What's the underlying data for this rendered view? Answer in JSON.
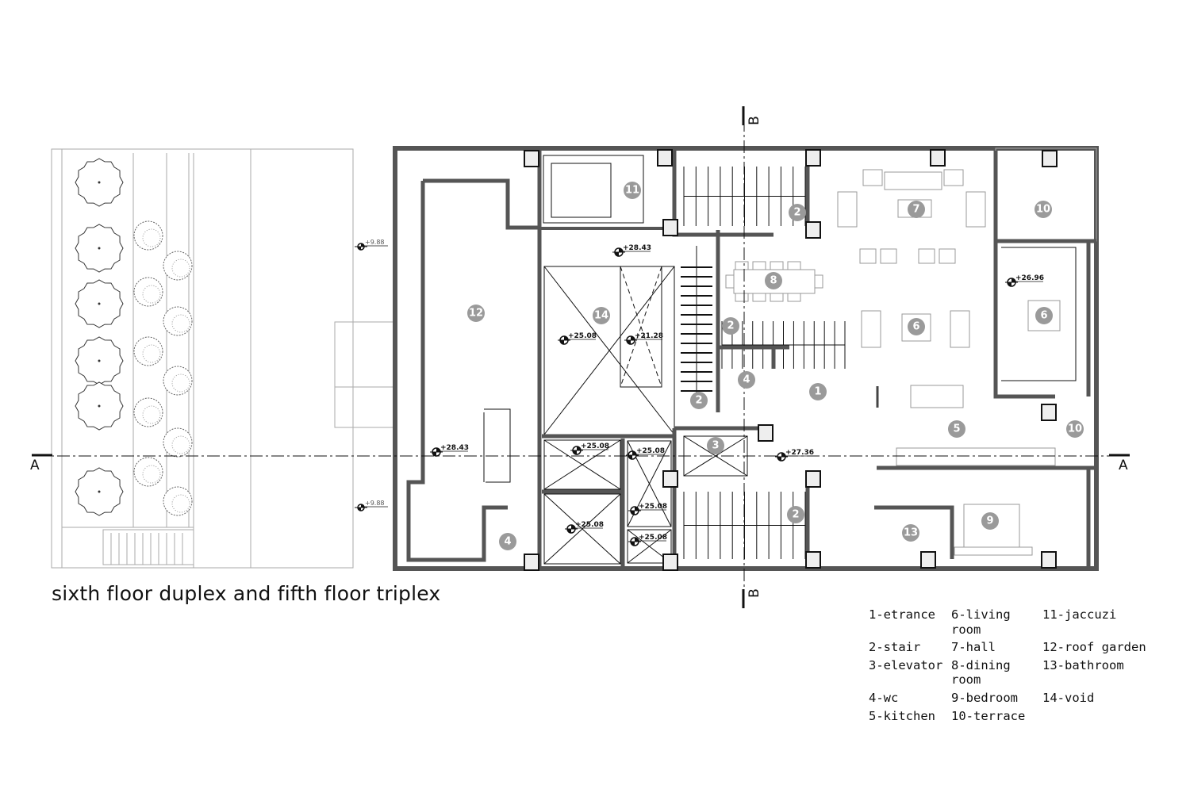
{
  "title": "sixth floor duplex and fifth floor triplex",
  "legend": [
    "1-etrance",
    "6-living room",
    "11-jaccuzi",
    "2-stair",
    "7-hall",
    "12-roof garden",
    "3-elevator",
    "8-dining room",
    "13-bathroom",
    "4-wc",
    "9-bedroom",
    "14-void",
    "5-kitchen",
    "10-terrace",
    ""
  ],
  "section_marks": {
    "a_left": "A",
    "a_right": "A",
    "b_top": "B",
    "b_bottom": "B"
  },
  "room_numbers": [
    "11",
    "7",
    "10",
    "12",
    "14",
    "8",
    "2",
    "2",
    "6",
    "6",
    "4",
    "2",
    "1",
    "5",
    "3",
    "10",
    "2",
    "13",
    "9",
    "4"
  ],
  "elevations": [
    "+28.43",
    "+25.08",
    "+21.28",
    "+28.43",
    "+25.08",
    "+25.08",
    "+25.08",
    "+25.08",
    "+25.08",
    "+27.36",
    "+26.96",
    "+9.88",
    "+9.88"
  ],
  "colors": {
    "wall": "#555555",
    "room_number_circle": "#9a9a9a",
    "line": "#111111",
    "furniture": "#999999"
  }
}
